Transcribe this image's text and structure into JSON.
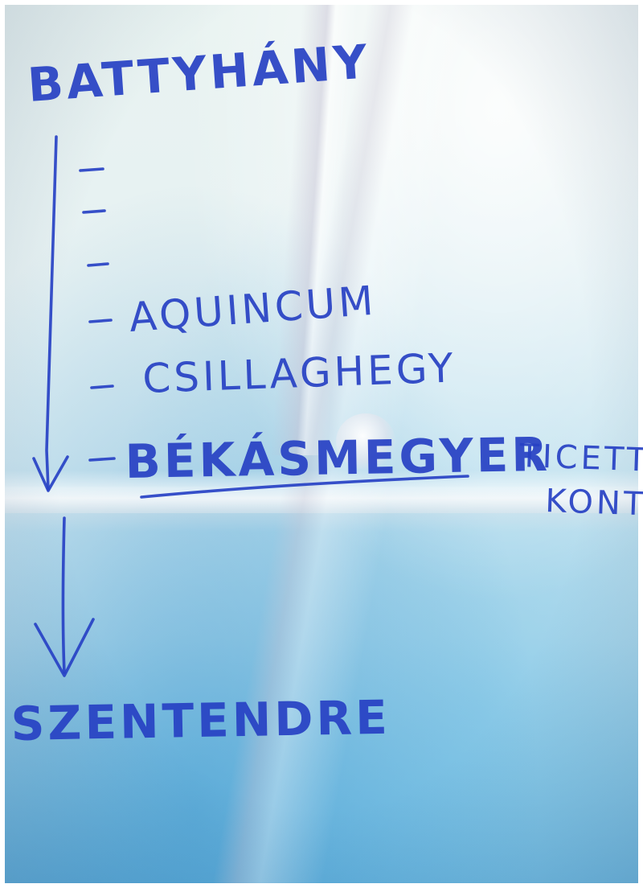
{
  "note": {
    "start_stop": "BATTYHÁNY",
    "intermediate_stops": [
      "AQUINCUM",
      "CSILLAGHEGY"
    ],
    "highlighted_stop": "BÉKÁSMEGYER",
    "highlighted_note": [
      "TICETT",
      "KONTRO"
    ],
    "end_stop": "SZENTENDRE",
    "unlabeled_stop_marks": 3
  },
  "colors": {
    "ink": "#2741c4",
    "paper_top": "#e9f3f1",
    "paper_bottom": "#6cb7e0"
  }
}
